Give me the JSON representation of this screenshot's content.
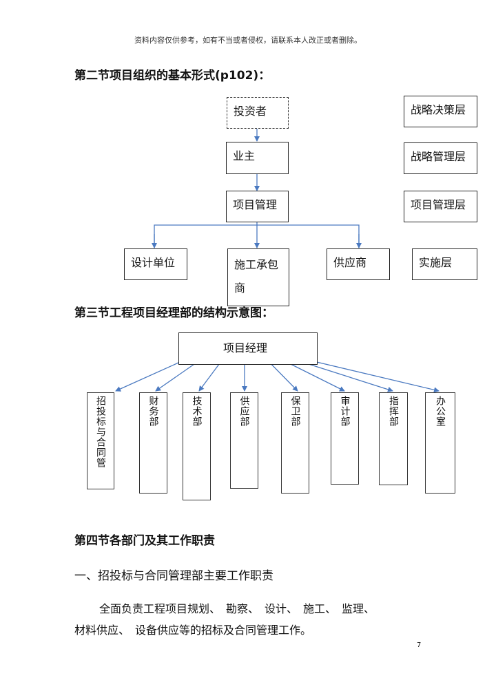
{
  "header_note": "资料内容仅供参考，如有不当或者侵权，请联系本人改正或者删除。",
  "section2": {
    "heading": "第二节项目组织的基本形式(p102)：",
    "chart": {
      "investor": "投资者",
      "owner": "业主",
      "project_management": "项目管理",
      "units": [
        "设计单位",
        "施工承包商",
        "供应商"
      ],
      "levels": [
        "战略决策层",
        "战略管理层",
        "项目管理层",
        "实施层"
      ]
    }
  },
  "section3": {
    "heading": "第三节工程项目经理部的结构示意图：",
    "manager": "项目经理",
    "departments": [
      "招投标与合同管",
      "财务部",
      "技术部",
      "供应部",
      "保卫部",
      "审计部",
      "指挥部",
      "办公室"
    ]
  },
  "section4": {
    "heading": "第四节各部门及其工作职责",
    "subheading": "一、招投标与合同管理部主要工作职责",
    "paragraph_line1": "全面负责工程项目规划、　勘察、　设计、　施工、　监理、",
    "paragraph_line2": "材料供应、　设备供应等的招标及合同管理工作。"
  },
  "page_number": "7",
  "colors": {
    "arrow": "#4a79c0",
    "border": "#222222"
  }
}
